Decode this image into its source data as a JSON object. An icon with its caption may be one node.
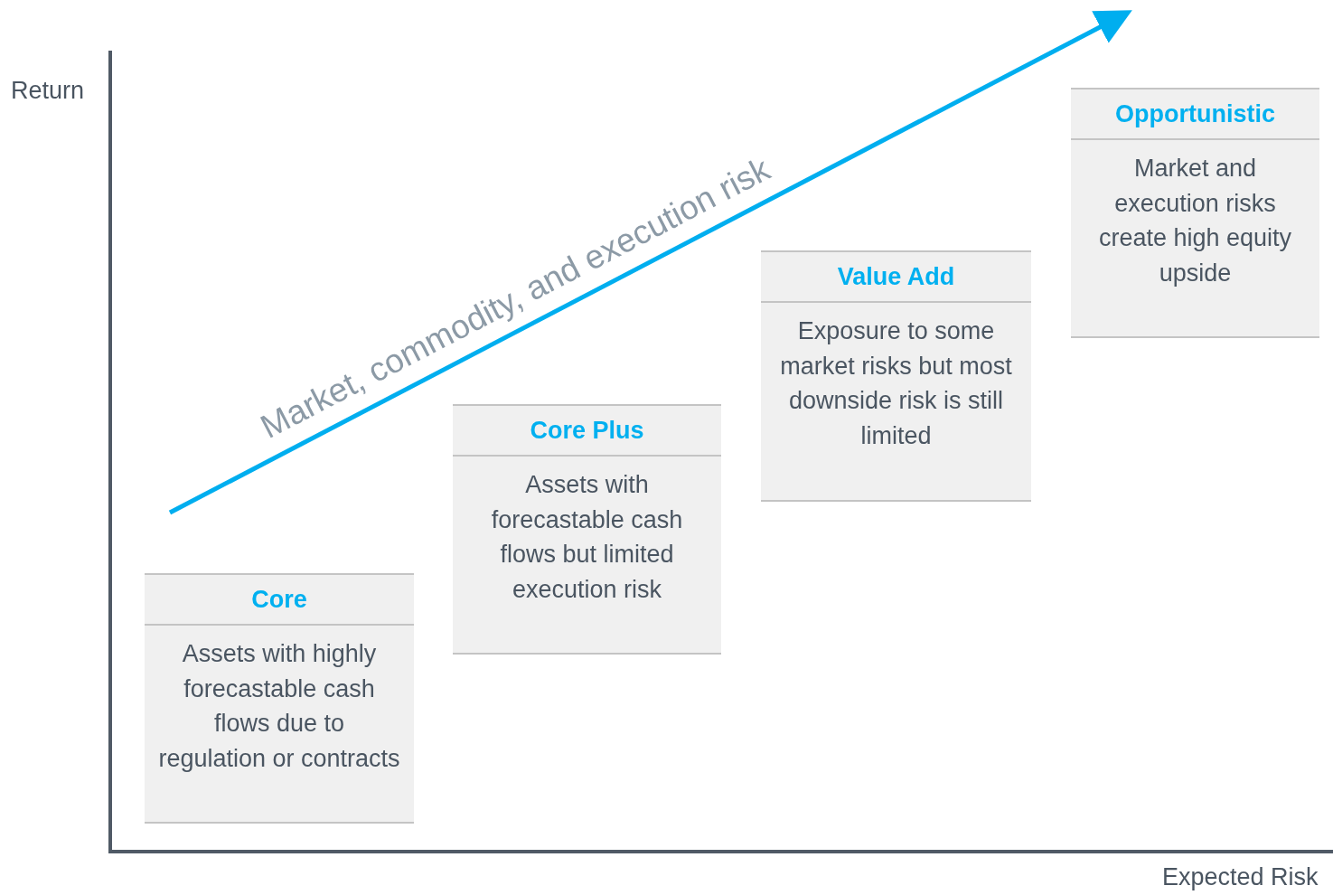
{
  "diagram": {
    "nodes": [
      {
        "text": [
          "Core",
          "Assets with highly forecastable cash flows due to regulation or contracts"
        ]
      },
      {
        "text": [
          "Core Plus",
          "Assets with forecastable cash flows but limited execution risk"
        ]
      },
      {
        "text": [
          "Value Add",
          "Exposure to some market risks but most downside risk is still limited"
        ]
      },
      {
        "text": [
          "Opportunistic",
          "Market and execution risks create high equity upside"
        ]
      }
    ],
    "labels": [
      "Return",
      "Market, commodity, and execution risk",
      "Expected Risk"
    ]
  }
}
